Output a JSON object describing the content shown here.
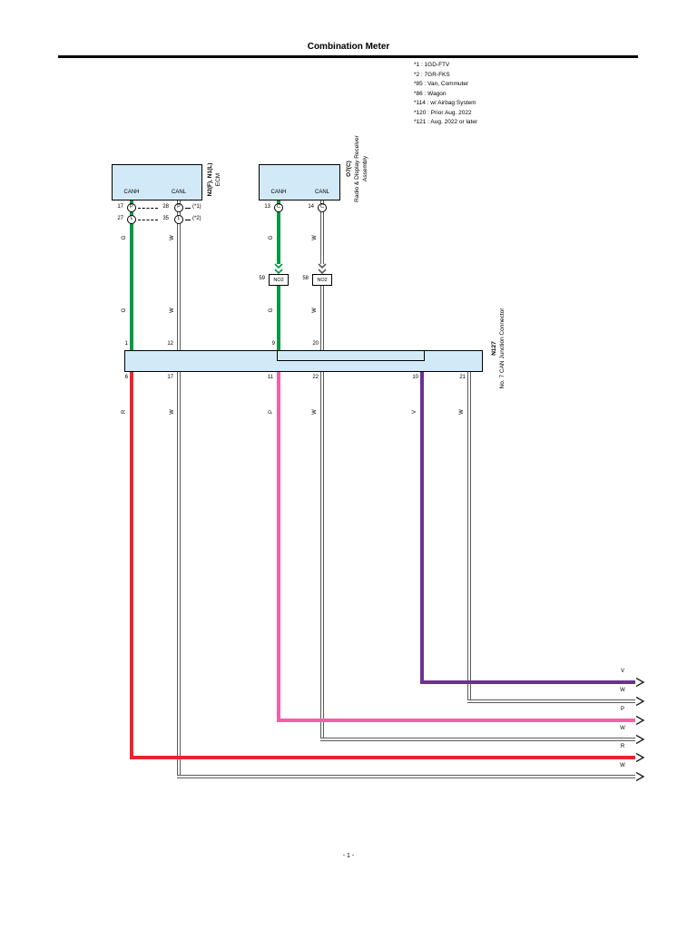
{
  "page": {
    "title": "Combination Meter",
    "page_number": "- 1 -"
  },
  "notes": [
    "*1 : 1GD-FTV",
    "*2 : 7GR-FKS",
    "*85 : Van, Commuter",
    "*86 : Wagon",
    "*114 : w/ Airbag System",
    "*120 : Prior Aug. 2022",
    "*121 : Aug. 2022 or later"
  ],
  "ecm": {
    "code": "N2(F), N1(L)",
    "name": "ECM",
    "canh": "CANH",
    "canl": "CANL",
    "pins": {
      "r1_left": "17",
      "r1_left_letter": "P",
      "r1_right": "28",
      "r1_right_letter": "P",
      "r1_variant": "(*1)",
      "r2_left": "27",
      "r2_left_letter": "L",
      "r2_right": "35",
      "r2_right_letter": "L",
      "r2_variant": "(*2)"
    }
  },
  "radio": {
    "code": "O7(C)",
    "name": "Radio & Display Receiver Assembly",
    "canh": "CANH",
    "canl": "CANL",
    "pins": {
      "canh": "13",
      "canh_letter": "C",
      "canl": "14",
      "canl_letter": "C"
    }
  },
  "inline_connectors": {
    "left": {
      "pin": "59",
      "code": "NO2"
    },
    "right": {
      "pin": "58",
      "code": "NO2"
    }
  },
  "junction": {
    "code": "N127",
    "name": "No. 7 CAN Junction Connector",
    "top_pins": [
      "1",
      "12",
      "9",
      "20"
    ],
    "bottom_pins": [
      "6",
      "17",
      "11",
      "22",
      "10",
      "21"
    ]
  },
  "wire_colors": {
    "G": "G",
    "W": "W",
    "R": "R",
    "P": "P",
    "V": "V"
  },
  "exit_labels": [
    "V",
    "W",
    "P",
    "W",
    "R",
    "W"
  ],
  "colors": {
    "green": "#009a44",
    "red": "#e9252b",
    "pink": "#f45fa5",
    "violet": "#6c3193",
    "box_fill": "#d2eaf8",
    "wire_outline": "#5a5a5a",
    "line": "#000000"
  }
}
